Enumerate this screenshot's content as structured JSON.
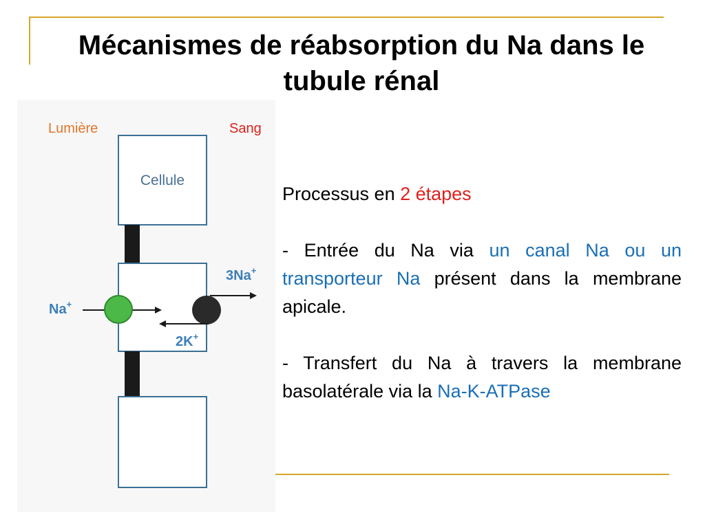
{
  "slide": {
    "title": "Mécanismes de réabsorption du Na dans le tubule rénal",
    "colors": {
      "accent_rule": "#d4a62a",
      "highlight_red": "#e0201b",
      "highlight_blue": "#1a6fb5"
    }
  },
  "figure": {
    "lumen_label": "Lumière",
    "blood_label": "Sang",
    "cell_label": "Cellule",
    "na_in_label": "Na",
    "na_in_charge": "+",
    "na_out_label": "3Na",
    "na_out_charge": "+",
    "k_label": "2K",
    "k_charge": "+",
    "channel_color": "#4cb848",
    "pump_color": "#2a2a2a"
  },
  "text": {
    "intro_prefix": "Processus en ",
    "intro_highlight": "2 étapes",
    "step1_prefix": "- Entrée du Na via ",
    "step1_highlight": "un canal Na ou un transporteur Na",
    "step1_suffix": " présent dans la membrane apicale.",
    "step2_prefix": "- Transfert du Na à travers la membrane basolatérale via la ",
    "step2_highlight": "Na-K-ATPase"
  }
}
